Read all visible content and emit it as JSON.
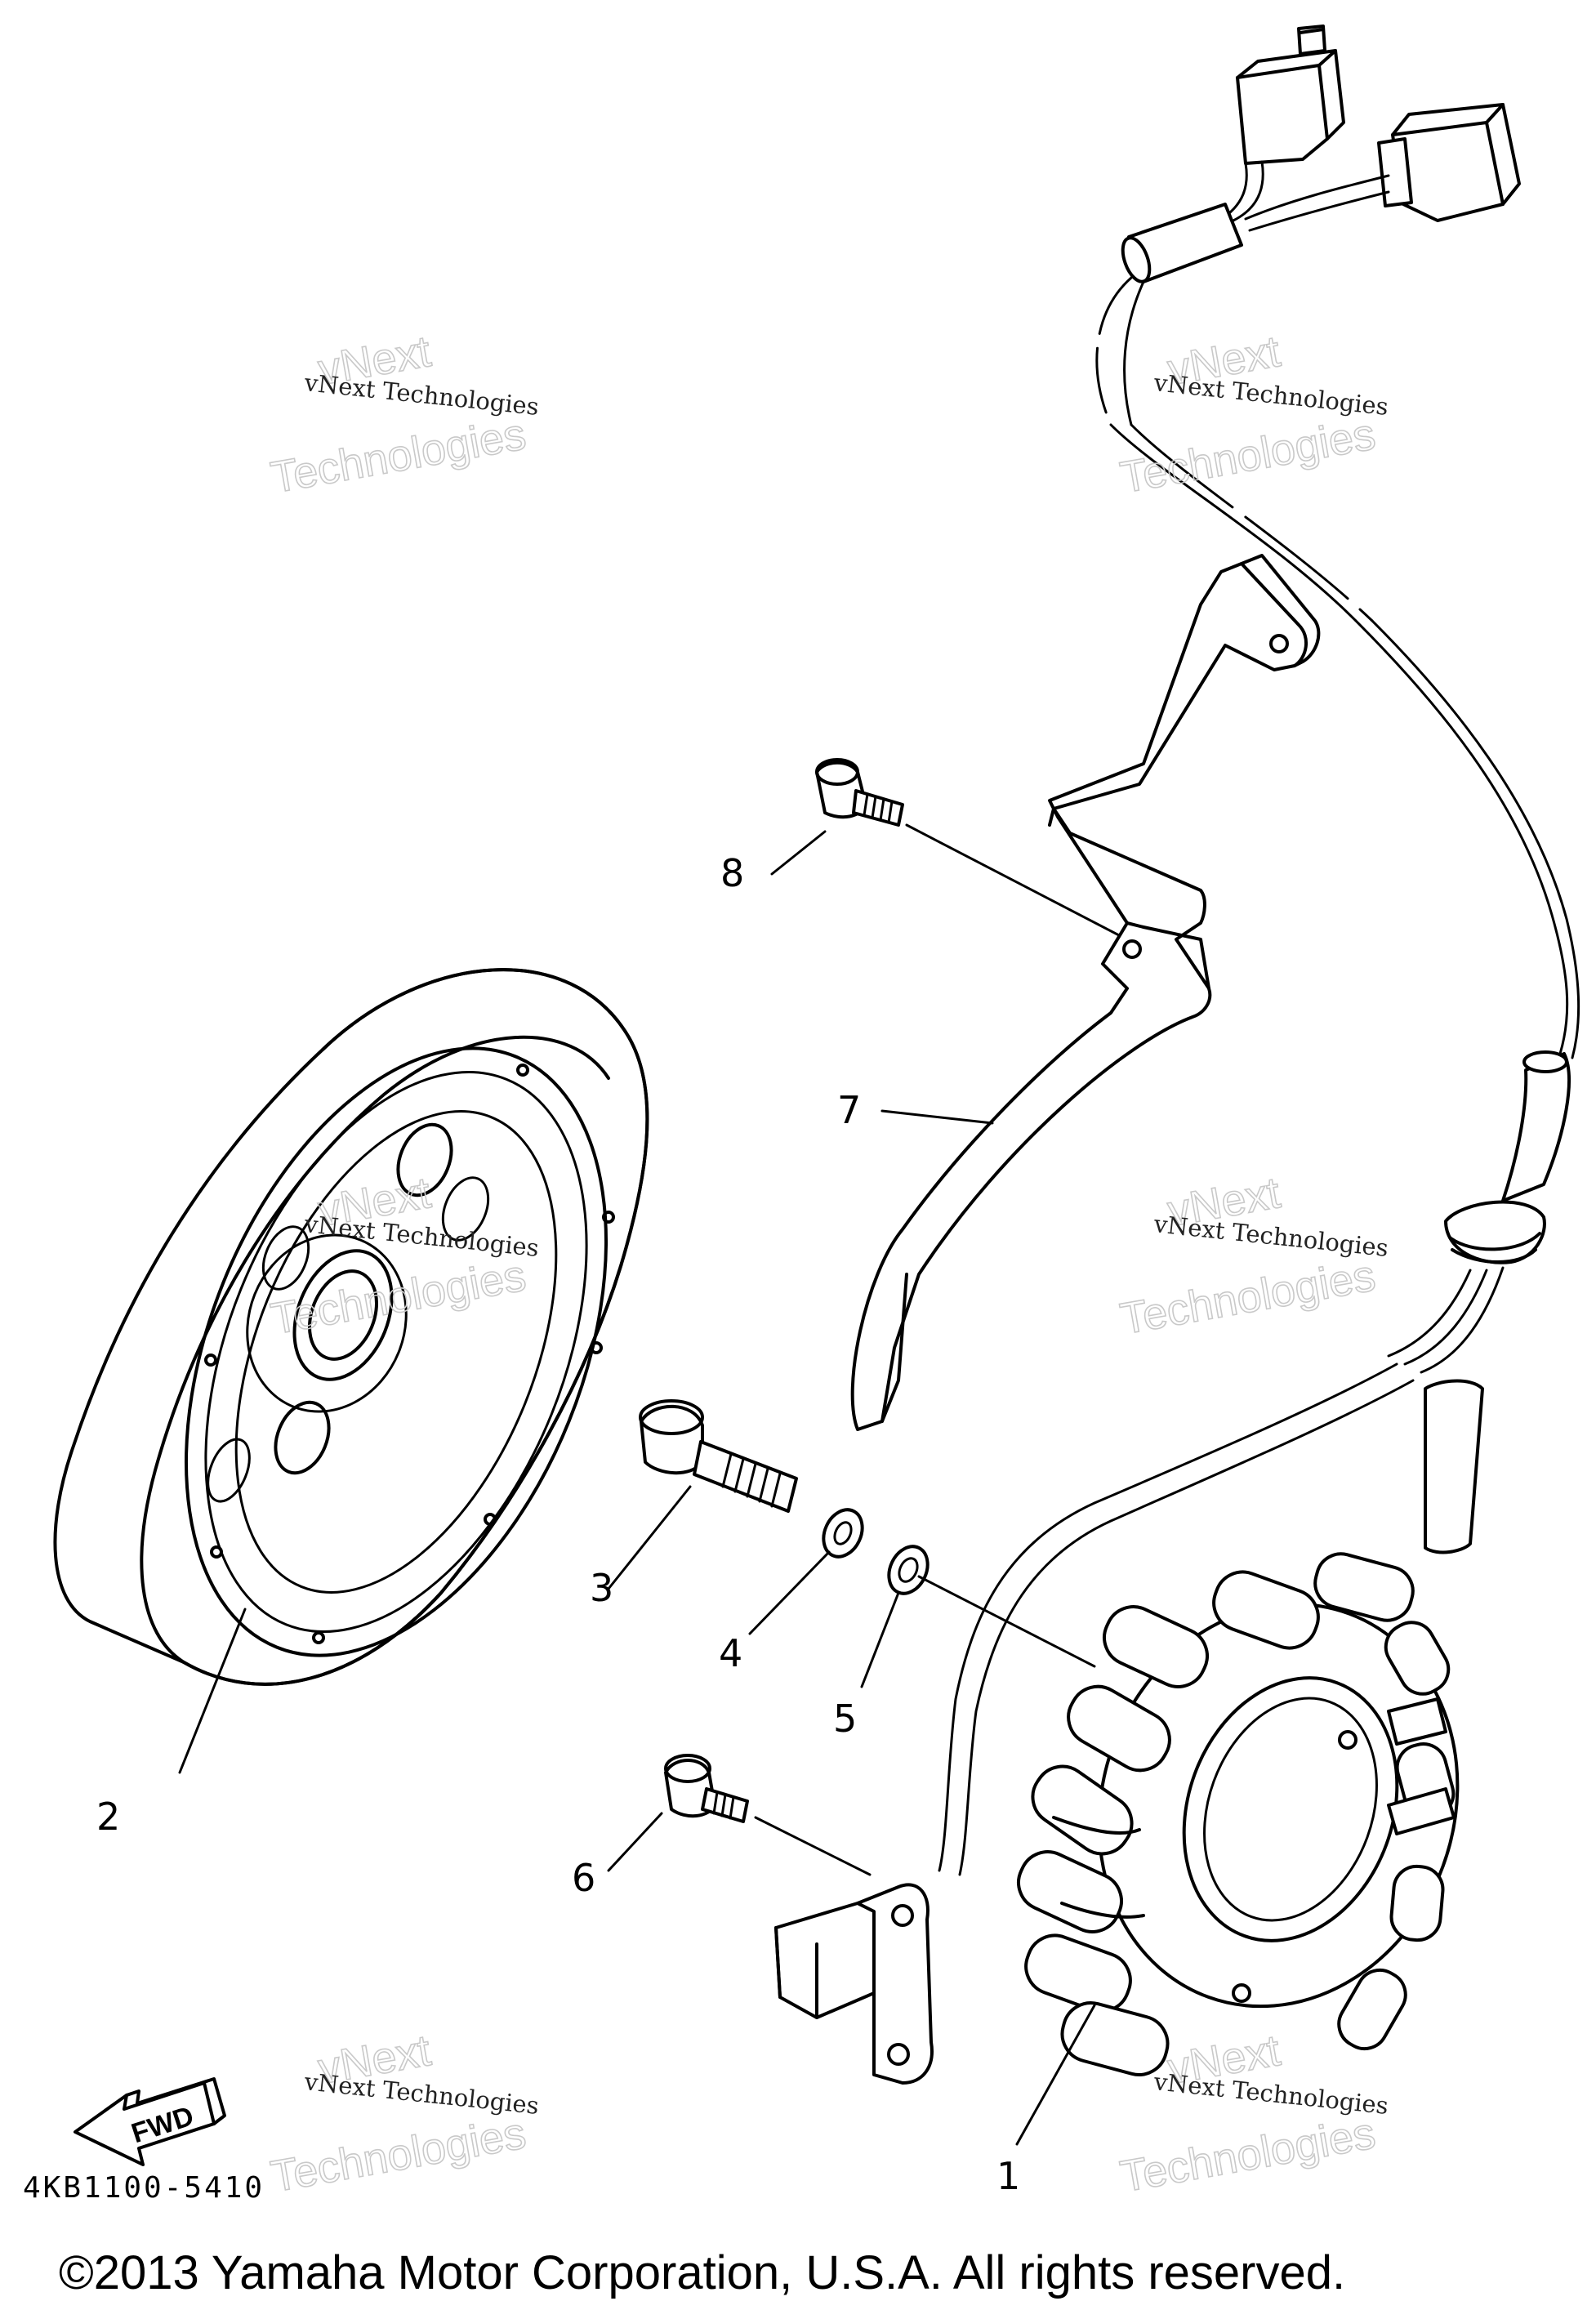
{
  "diagram": {
    "part_number": "4KB1100-5410",
    "copyright": "©2013 Yamaha Motor Corporation, U.S.A. All rights reserved.",
    "fwd_label": "FWD",
    "callouts": [
      "1",
      "2",
      "3",
      "4",
      "5",
      "6",
      "7",
      "8"
    ]
  },
  "watermarks": [
    {
      "line1": "vNext Technologies",
      "line2": "vNext",
      "line3": "Technologies"
    },
    {
      "line1": "vNext Technologies",
      "line2": "vNext",
      "line3": "Technologies"
    },
    {
      "line1": "vNext Technologies",
      "line2": "vNext",
      "line3": "Technologies"
    },
    {
      "line1": "vNext Technologies",
      "line2": "vNext",
      "line3": "Technologies"
    },
    {
      "line1": "vNext Technologies",
      "line2": "vNext",
      "line3": "Technologies"
    },
    {
      "line1": "vNext Technologies",
      "line2": "vNext",
      "line3": "Technologies"
    }
  ]
}
